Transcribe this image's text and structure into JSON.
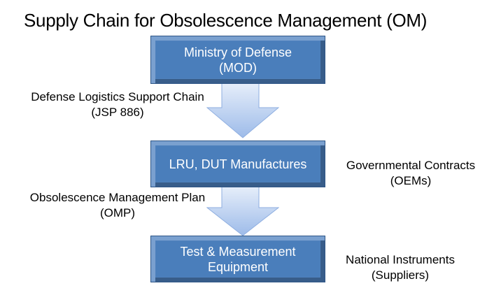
{
  "title": "Supply Chain for Obsolescence Management (OM)",
  "nodes": [
    {
      "line1": "Ministry of Defense",
      "line2": "(MOD)",
      "side_line1": "",
      "side_line2": ""
    },
    {
      "line1": "LRU, DUT Manufactures",
      "line2": "",
      "side_line1": "Governmental Contracts",
      "side_line2": "(OEMs)"
    },
    {
      "line1": "Test & Measurement",
      "line2": "Equipment",
      "side_line1": "National Instruments",
      "side_line2": "(Suppliers)"
    }
  ],
  "flows": [
    {
      "line1": "Defense Logistics Support Chain",
      "line2": "(JSP 886)"
    },
    {
      "line1": "Obsolescence Management Plan",
      "line2": "(OMP)"
    }
  ],
  "colors": {
    "box_fill": "#4f81bd",
    "box_border": "#2e5687",
    "arrow_top": "#dbe6f7",
    "arrow_bottom": "#a5c0eb"
  }
}
